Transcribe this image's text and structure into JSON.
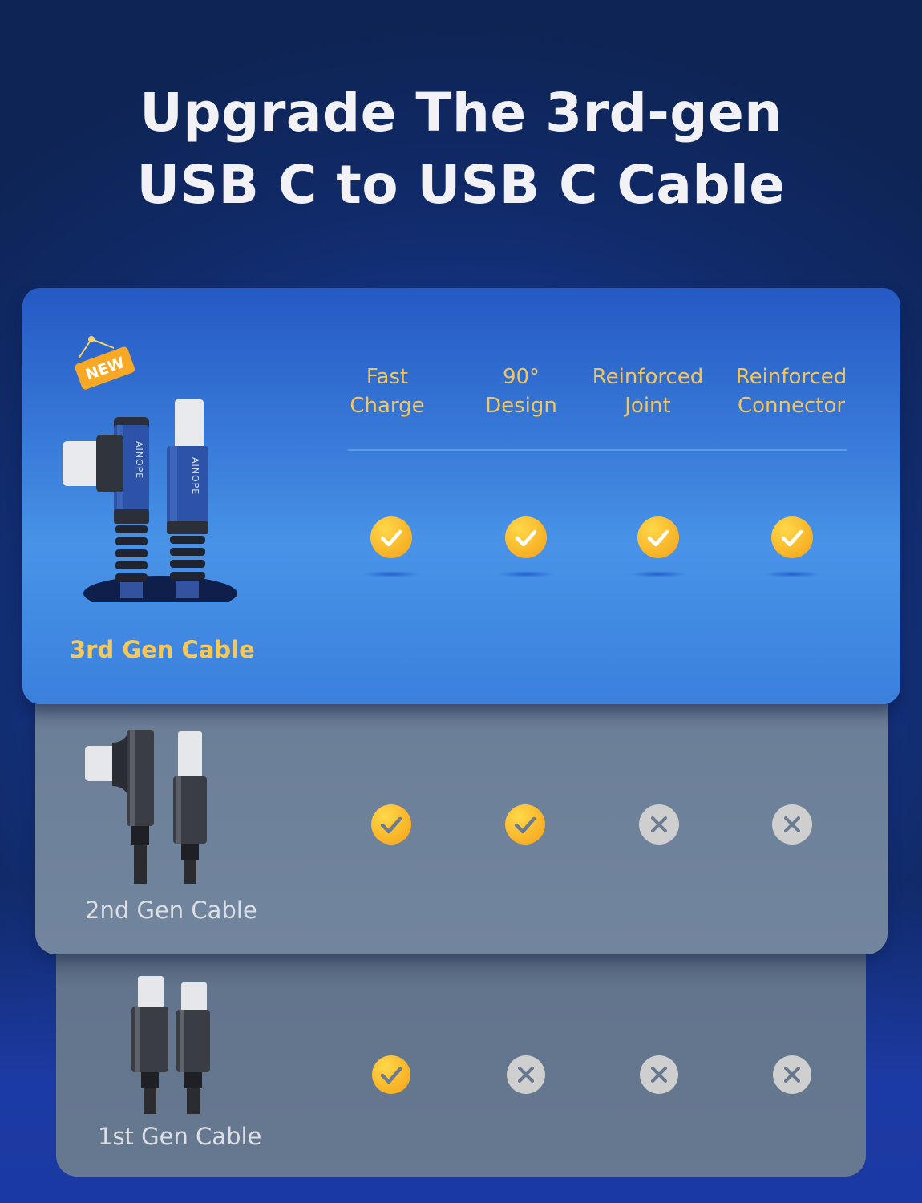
{
  "headline": {
    "line1": "Upgrade The 3rd-gen",
    "line2": "USB C to USB C Cable"
  },
  "badge": {
    "label": "NEW",
    "icon": "new-tag-icon"
  },
  "columns": [
    {
      "line1": "Fast",
      "line2": "Charge"
    },
    {
      "line1": "90°",
      "line2": "Design"
    },
    {
      "line1": "Reinforced",
      "line2": "Joint"
    },
    {
      "line1": "Reinforced",
      "line2": "Connector"
    }
  ],
  "rows": [
    {
      "label": "3rd Gen Cable",
      "image": "right-angle-blue-braided-usb-c-cable",
      "brand_text": "AINOPE",
      "features": [
        "check",
        "check",
        "check",
        "check"
      ]
    },
    {
      "label": "2nd Gen Cable",
      "image": "right-angle-gray-usb-c-cable",
      "features": [
        "check",
        "check",
        "cross",
        "cross"
      ]
    },
    {
      "label": "1st Gen Cable",
      "image": "straight-gray-usb-c-cable",
      "features": [
        "check",
        "cross",
        "cross",
        "cross"
      ]
    }
  ],
  "colors": {
    "accent_gold": "#f3c65a",
    "check_fill": "#f9b62a",
    "cross_fill": "#cfcfd0",
    "card_3rd": "#3d82dd",
    "card_2nd": "#72859e",
    "card_1st": "#677891",
    "background": "#112b6b"
  }
}
